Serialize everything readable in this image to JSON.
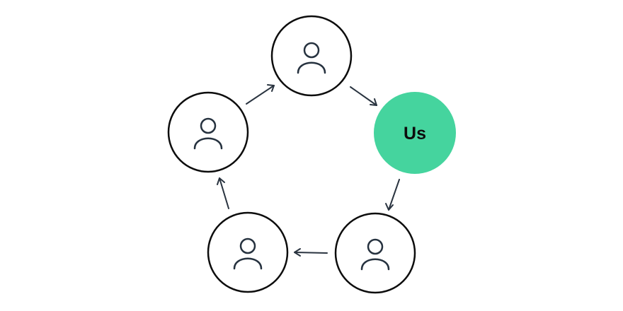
{
  "diagram": {
    "nodes": [
      {
        "id": "top",
        "kind": "person",
        "icon": "person-icon"
      },
      {
        "id": "us",
        "kind": "highlight",
        "label": "Us"
      },
      {
        "id": "bottom-right",
        "kind": "person",
        "icon": "person-icon"
      },
      {
        "id": "bottom-left",
        "kind": "person",
        "icon": "person-icon"
      },
      {
        "id": "left",
        "kind": "person",
        "icon": "person-icon"
      }
    ],
    "edges": [
      {
        "from": "top",
        "to": "us"
      },
      {
        "from": "us",
        "to": "bottom-right"
      },
      {
        "from": "bottom-right",
        "to": "bottom-left"
      },
      {
        "from": "bottom-left",
        "to": "left"
      },
      {
        "from": "left",
        "to": "top"
      }
    ],
    "colors": {
      "highlight_fill": "#45d49e",
      "stroke": "#0d0d0d",
      "icon": "#26323f",
      "arrow": "#2a3440"
    }
  }
}
